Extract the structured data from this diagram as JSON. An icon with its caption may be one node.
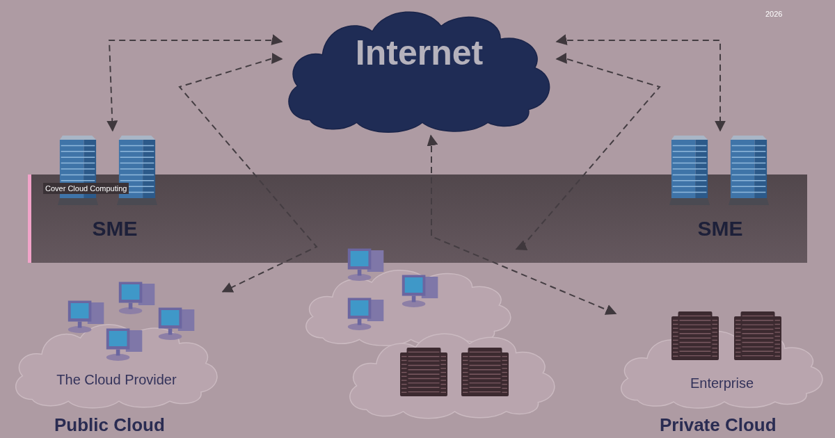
{
  "diagram": {
    "title": "Cover Cloud Computing",
    "nodes": [
      {
        "text": [
          "Internet"
        ]
      },
      {
        "text": [
          "SME"
        ]
      },
      {
        "text": [
          "SME"
        ]
      },
      {
        "text": [
          "The Cloud Provider"
        ],
        "beside": [
          "Public Cloud"
        ]
      },
      {
        "text": [],
        "shape": "cloud"
      },
      {
        "text": [],
        "shape": "cloud"
      },
      {
        "text": [
          "Enterprise"
        ],
        "beside": [
          "Private Cloud"
        ]
      }
    ],
    "edges": [
      {
        "from": 0,
        "to": 1,
        "arrow": "both",
        "style": "dashed"
      },
      {
        "from": 0,
        "to": 2,
        "arrow": "both",
        "style": "dashed"
      },
      {
        "from": 0,
        "to": 3,
        "arrow": "both",
        "style": "dashed"
      },
      {
        "from": 0,
        "to": 4,
        "arrow": "both",
        "style": "dashed"
      },
      {
        "from": 0,
        "to": 6,
        "arrow": "both",
        "style": "dashed"
      }
    ],
    "labels": [
      "2026"
    ]
  }
}
